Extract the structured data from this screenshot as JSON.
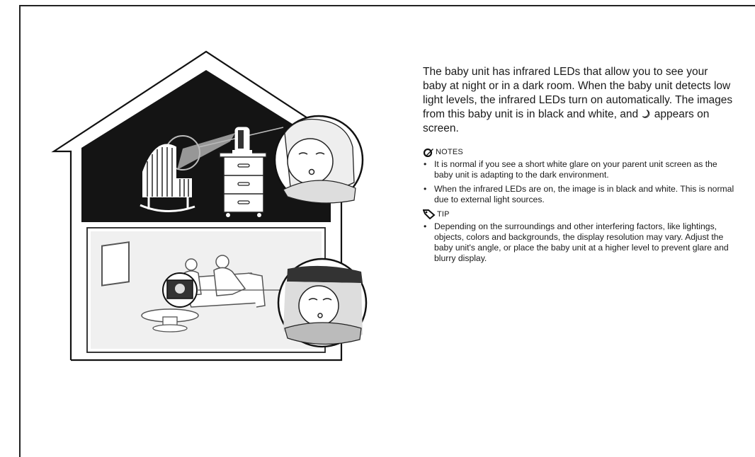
{
  "intro": {
    "text_before_icon": "The baby unit has infrared LEDs that allow you to see your baby at night or in a dark room. When the baby unit detects low light levels, the infrared LEDs turn on automatically. The images from this baby unit is in black and white, and",
    "text_after_icon": "appears on screen.",
    "inline_icon": "night-moon-icon"
  },
  "notes": {
    "heading": "NOTES",
    "icon": "pencil-note-icon",
    "items": [
      "It is normal if you see a short white glare on your parent unit screen as the baby unit is adapting to the dark environment.",
      "When the infrared LEDs are on, the image is in black and white. This is normal due to external light sources."
    ]
  },
  "tip": {
    "heading": "TIP",
    "icon": "tag-tip-icon",
    "items": [
      "Depending on the surroundings and other interfering factors, like lightings, objects, colors and backgrounds, the display resolution may vary. Adjust the baby unit's angle, or place the baby unit at a higher level to prevent glare and blurry display."
    ]
  },
  "bullet_char": "•",
  "illustration": {
    "icons": [
      "house-icon",
      "crib-icon",
      "dresser-icon",
      "baby-camera-icon",
      "sleeping-baby-icon",
      "parents-on-sofa-icon",
      "parent-monitor-icon"
    ]
  }
}
